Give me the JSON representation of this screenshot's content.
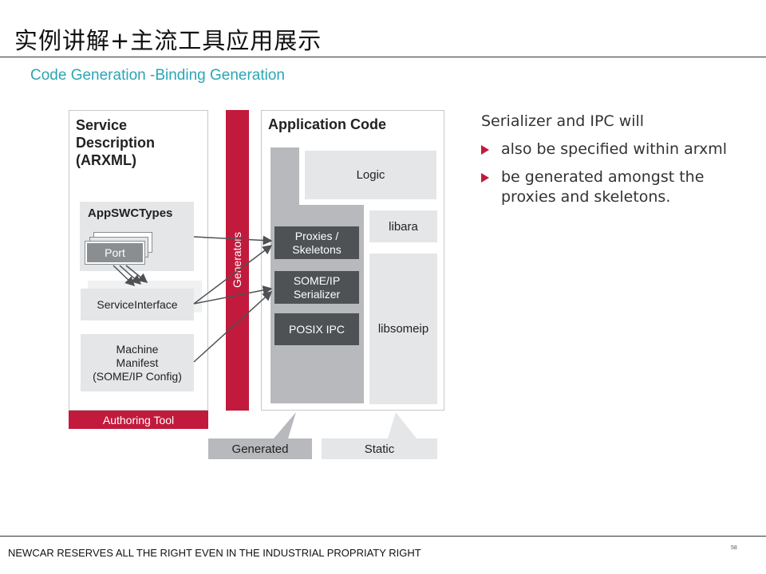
{
  "slide": {
    "title": "实例讲解+主流工具应用展示",
    "subtitle": "Code Generation -Binding Generation"
  },
  "diagram": {
    "service_description": [
      "Service",
      "Description",
      "(ARXML)"
    ],
    "app_swc_types": "AppSWCTypes",
    "port": "Port",
    "service_interface": "ServiceInterface",
    "machine_manifest": [
      "Machine",
      "Manifest",
      "(SOME/IP Config)"
    ],
    "authoring_tool": "Authoring Tool",
    "generators": "Generators",
    "application_code": "Application Code",
    "logic": "Logic",
    "libara": "libara",
    "libsomeip": "libsomeip",
    "proxies_skeletons": [
      "Proxies /",
      "Skeletons"
    ],
    "someip_serializer": [
      "SOME/IP",
      "Serializer"
    ],
    "posix_ipc": "POSIX IPC",
    "generated": "Generated",
    "static": "Static",
    "colors": {
      "accent": "#c21a3c",
      "light_gray": "#e4e6e8",
      "mid_gray": "#b7b9bc",
      "dark_gray": "#4f5254"
    }
  },
  "notes": {
    "lead": "Serializer and IPC will",
    "bullets": [
      "also be specified within arxml",
      "be generated amongst the proxies and skeletons."
    ]
  },
  "footer": {
    "text": "NEWCAR RESERVES ALL THE RIGHT EVEN IN THE INDUSTRIAL PROPRIATY RIGHT",
    "page": "58"
  }
}
